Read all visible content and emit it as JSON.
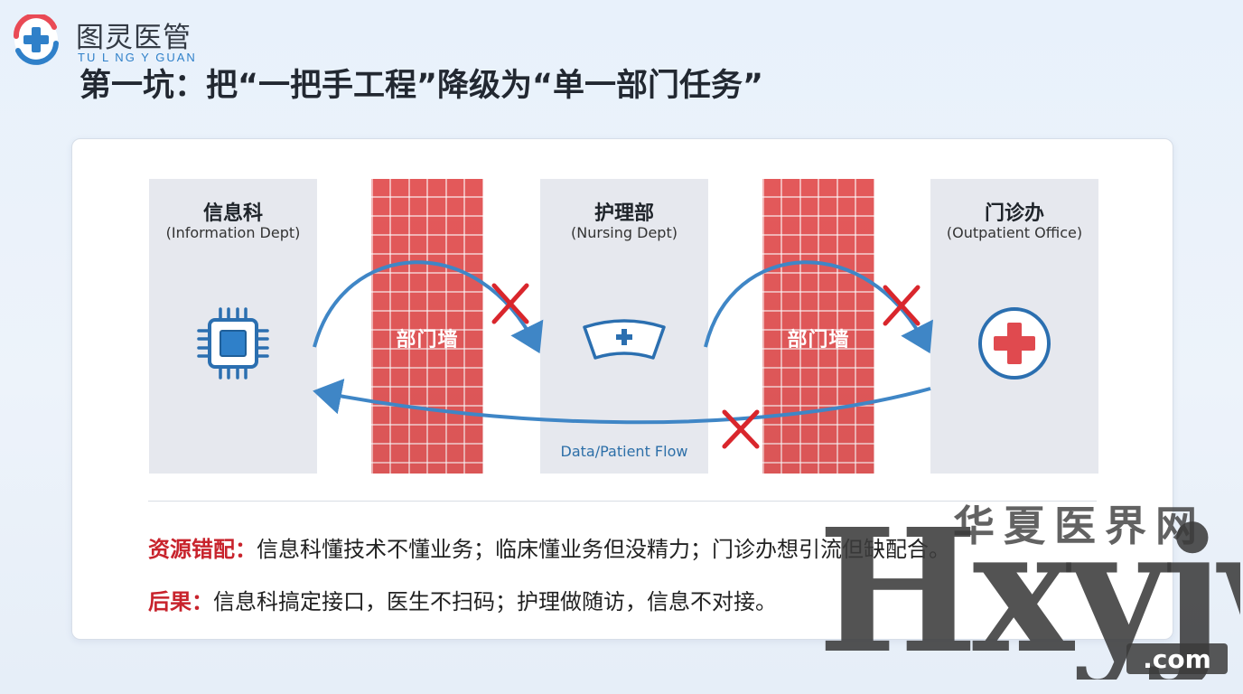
{
  "brand": {
    "name_cn": "图灵医管",
    "name_en": "TU L NG Y GUAN"
  },
  "title": "第一坑：把“一把手工程”降级为“单一部门任务”",
  "departments": [
    {
      "name": "信息科",
      "name_en": "(Information Dept)",
      "icon": "microchip-icon"
    },
    {
      "name": "护理部",
      "name_en": "(Nursing Dept)",
      "icon": "nurse-cap-icon"
    },
    {
      "name": "门诊办",
      "name_en": "(Outpatient Office)",
      "icon": "medical-cross-icon"
    }
  ],
  "walls": [
    {
      "label": "部门墙"
    },
    {
      "label": "部门墙"
    }
  ],
  "flow_label": "Data/Patient Flow",
  "notes": [
    {
      "key": "资源错配：",
      "text": "信息科懂技术不懂业务；临床懂业务但没精力；门诊办想引流但缺配合。"
    },
    {
      "key": "后果：",
      "text": "信息科搞定接口，医生不扫码；护理做随访，信息不对接。"
    }
  ],
  "watermark": {
    "text_cn": "华夏医界网",
    "text_en": "Hxyjw",
    "domain": ".com"
  },
  "colors": {
    "wall": "#e3595a",
    "arrow": "#3f86c6",
    "cross": "#d9262c",
    "accent_red": "#c8232c",
    "dept_bg": "#e6e8ee"
  }
}
